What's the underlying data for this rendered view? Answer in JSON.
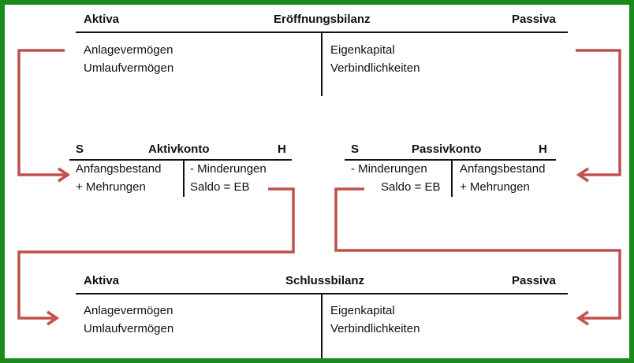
{
  "opening": {
    "left_header": "Aktiva",
    "title": "Eröffnungsbilanz",
    "right_header": "Passiva",
    "left_items": [
      "Anlagevermögen",
      "Umlaufvermögen"
    ],
    "right_items": [
      "Eigenkapital",
      "Verbindlichkeiten"
    ]
  },
  "aktivkonto": {
    "s": "S",
    "title": "Aktivkonto",
    "h": "H",
    "left_items": [
      "Anfangsbestand",
      "+ Mehrungen"
    ],
    "right_items": [
      "- Minderungen",
      "Saldo = EB"
    ]
  },
  "passivkonto": {
    "s": "S",
    "title": "Passivkonto",
    "h": "H",
    "left_items": [
      "- Minderungen",
      "Saldo = EB"
    ],
    "right_items": [
      "Anfangsbestand",
      "+ Mehrungen"
    ]
  },
  "closing": {
    "left_header": "Aktiva",
    "title": "Schlussbilanz",
    "right_header": "Passiva",
    "left_items": [
      "Anlagevermögen",
      "Umlaufvermögen"
    ],
    "right_items": [
      "Eigenkapital",
      "Verbindlichkeiten"
    ]
  },
  "colors": {
    "frame": "#1a8a1a",
    "arrow": "#c0504d",
    "line": "#111111"
  }
}
